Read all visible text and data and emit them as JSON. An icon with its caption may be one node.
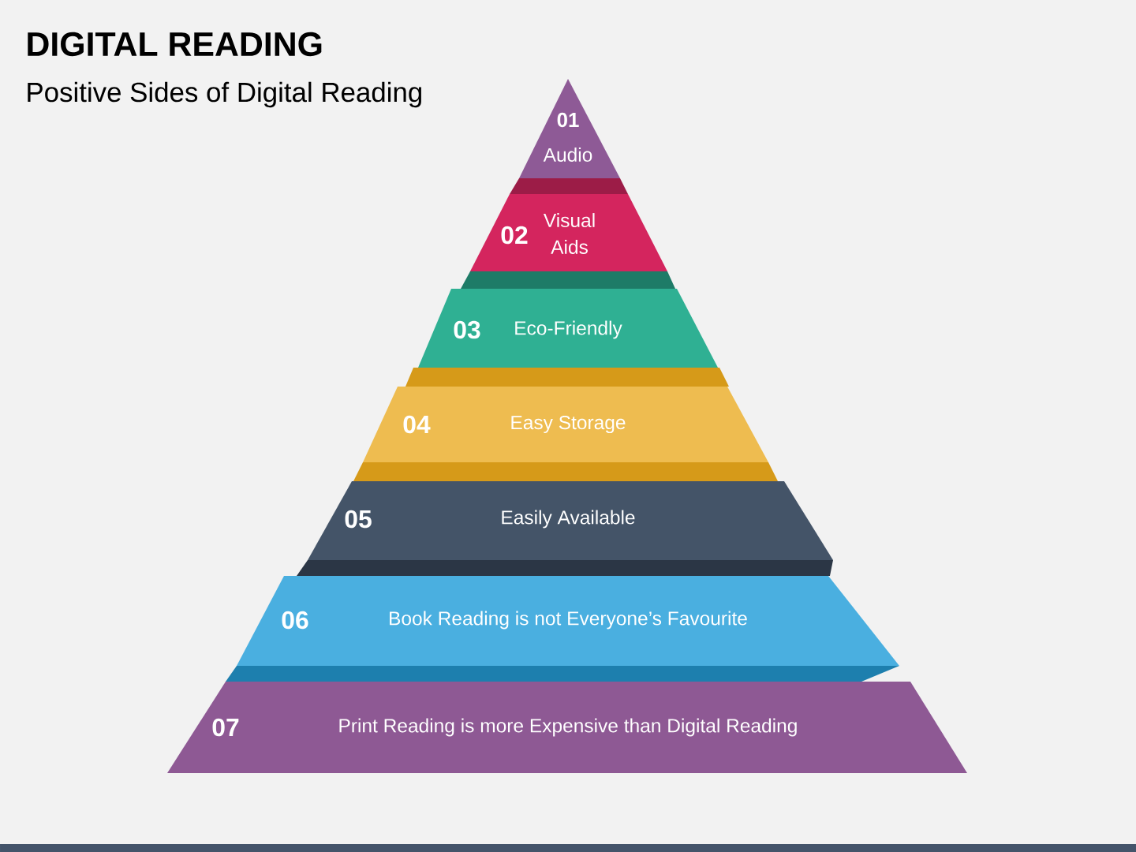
{
  "diagram": {
    "title": "DIGITAL READING",
    "nodes": [
      {
        "text": [
          "01",
          "Audio"
        ]
      },
      {
        "text": [
          "02",
          "Visual Aids"
        ]
      },
      {
        "text": [
          "03",
          "Eco-Friendly"
        ]
      },
      {
        "text": [
          "04",
          "Easy Storage"
        ]
      },
      {
        "text": [
          "05",
          "Easily Available"
        ]
      },
      {
        "text": [
          "06",
          "Book Reading is not Everyone’s Favourite"
        ]
      },
      {
        "text": [
          "07",
          "Print Reading is more Expensive than Digital Reading"
        ]
      }
    ],
    "labels": [
      "Positive Sides of Digital Reading"
    ]
  }
}
